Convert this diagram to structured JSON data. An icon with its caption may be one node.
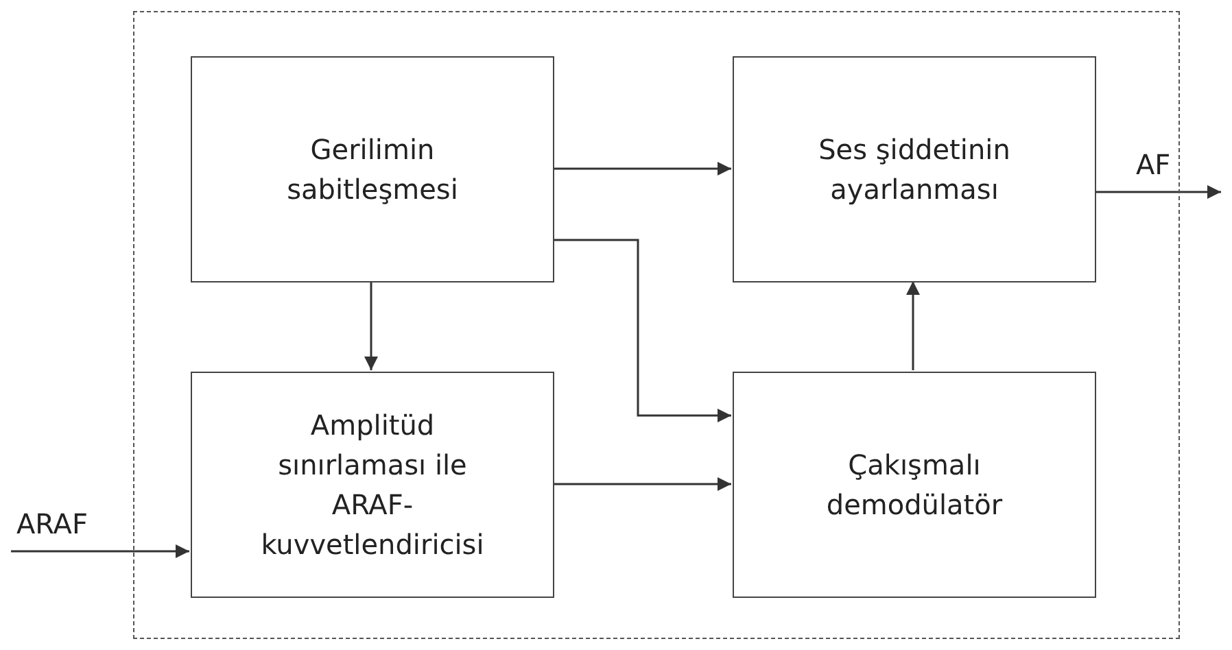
{
  "diagram": {
    "nodes": [
      {
        "text": [],
        "shape": "box"
      },
      {
        "text": [
          "Gerilimin sabitleşmesi"
        ],
        "in": 0
      },
      {
        "text": [
          "Ses şiddetinin ayarlanması"
        ],
        "in": 0
      },
      {
        "text": [
          "Amplitüd sınırlaması ile ARAF-kuvvetlendiricisi"
        ],
        "in": 0
      },
      {
        "text": [
          "Çakışmalı demodülatör"
        ],
        "in": 0
      }
    ],
    "edges": [
      {
        "from": 1,
        "to": 2,
        "arrow": "to"
      },
      {
        "from": 1,
        "to": 3,
        "arrow": "to"
      },
      {
        "from": 1,
        "to": 4,
        "arrow": "to"
      },
      {
        "from": 3,
        "to": 4,
        "arrow": "to"
      },
      {
        "from": 4,
        "to": 2,
        "arrow": "to"
      },
      {
        "from": null,
        "to": 3,
        "arrow": "to",
        "label": "ARAF"
      },
      {
        "from": 2,
        "to": null,
        "arrow": "to",
        "label": "AF"
      }
    ]
  }
}
